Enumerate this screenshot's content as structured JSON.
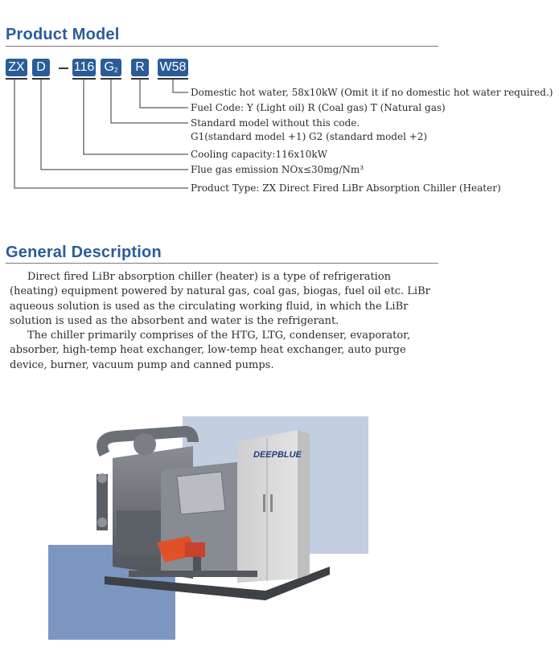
{
  "product_model": {
    "heading": "Product Model",
    "codes": {
      "zx": "ZX",
      "d": "D",
      "capacity": "116",
      "g_main": "G",
      "g_sub": "2",
      "r": "R",
      "w": "W58"
    },
    "annotations": {
      "hot_water": "Domestic hot water, 58x10kW  (Omit it if no domestic hot water required.)",
      "fuel_code": "Fuel Code:  Y (Light oil)  R (Coal gas)  T (Natural gas)",
      "standard_1": "Standard model without this code.",
      "standard_2": "G1(standard model +1)  G2 (standard model +2)",
      "cooling": "Cooling capacity:116x10kW",
      "flue_gas": "Flue gas emission NOx≤30mg/Nm³",
      "product_type": "Product Type:  ZX Direct Fired LiBr Absorption Chiller (Heater)"
    }
  },
  "general_description": {
    "heading": "General Description",
    "paragraph_1": "Direct fired LiBr absorption chiller (heater) is a type of refrigeration (heating) equipment powered by natural gas, coal gas, biogas, fuel oil etc. LiBr aqueous solution is used as the circulating working fluid, in which the LiBr solution is used as the absorbent and water is the refrigerant.",
    "paragraph_2": "The chiller primarily comprises of the HTG, LTG, condenser, evaporator, absorber, high-temp heat exchanger, low-temp heat exchanger, auto purge device, burner, vacuum pump and canned pumps."
  },
  "product_image": {
    "brand_label": "DEEPBLUE"
  },
  "colors": {
    "heading_blue": "#2a5c9a",
    "box_blue": "#2a5c9a",
    "light_square": "#c3cee0",
    "dark_square": "#7b96c0",
    "burner_orange": "#e2502a"
  }
}
